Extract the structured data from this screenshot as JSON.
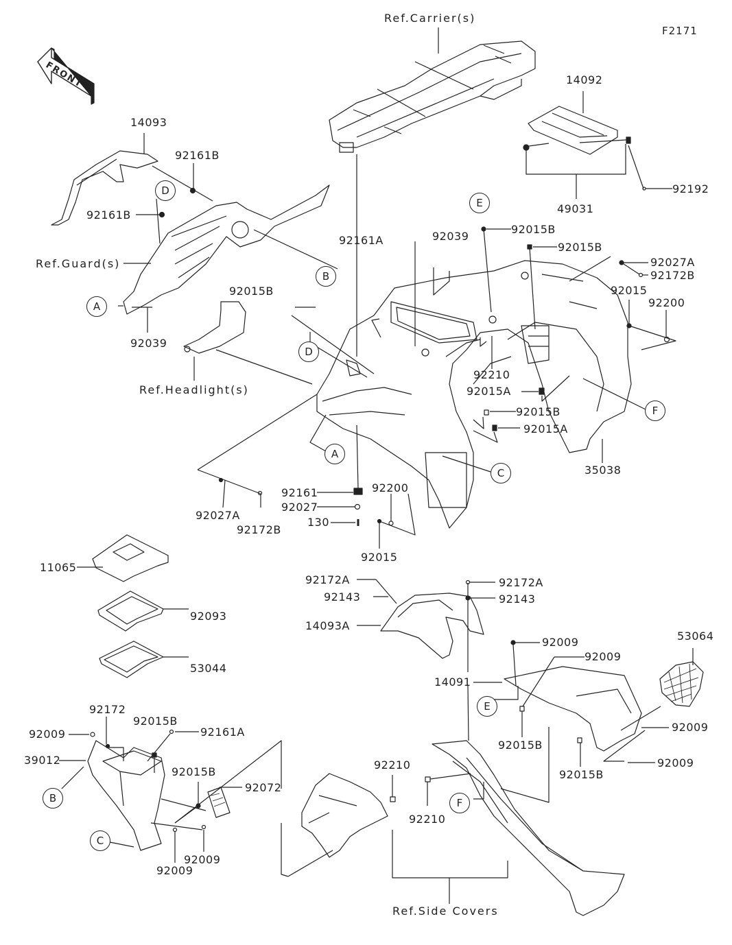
{
  "figure_id": "F2171",
  "front_arrow": {
    "label": "FRONT"
  },
  "references": {
    "carrier": "Ref.Carrier(s)",
    "guard": "Ref.Guard(s)",
    "headlight": "Ref.Headlight(s)",
    "side_covers": "Ref.Side Covers"
  },
  "callouts": {
    "A": "A",
    "B": "B",
    "C": "C",
    "D": "D",
    "E": "E",
    "F": "F"
  },
  "parts": {
    "p14093": "14093",
    "p92161B_1": "92161B",
    "p92161B_2": "92161B",
    "p92039_1": "92039",
    "p14092": "14092",
    "p49031": "49031",
    "p92192": "92192",
    "p92161A_1": "92161A",
    "p92039_2": "92039",
    "p92015B_1": "92015B",
    "p92015B_2": "92015B",
    "p92015B_3": "92015B",
    "p92027A_1": "92027A",
    "p92172B_1": "92172B",
    "p92015_1": "92015",
    "p92200_1": "92200",
    "p92210_1": "92210",
    "p92015A_1": "92015A",
    "p92015B_4": "92015B",
    "p92015A_2": "92015A",
    "p35038": "35038",
    "p92027A_2": "92027A",
    "p92172B_2": "92172B",
    "p92161": "92161",
    "p92027": "92027",
    "p130": "130",
    "p92200_2": "92200",
    "p92015_2": "92015",
    "p11065": "11065",
    "p92093": "92093",
    "p53044": "53044",
    "p92172A_1": "92172A",
    "p92143_1": "92143",
    "p14093A": "14093A",
    "p92172A_2": "92172A",
    "p92143_2": "92143",
    "p92009_1": "92009",
    "p92009_2": "92009",
    "p53064": "53064",
    "p14091": "14091",
    "p92015B_5": "92015B",
    "p92009_3": "92009",
    "p92009_4": "92009",
    "p92015B_6": "92015B",
    "p92172": "92172",
    "p92015B_7": "92015B",
    "p92009_5": "92009",
    "p39012": "39012",
    "p92161A_2": "92161A",
    "p92015B_8": "92015B",
    "p92072": "92072",
    "p92009_6": "92009",
    "p92009_7": "92009",
    "p92210_2": "92210",
    "p92210_3": "92210"
  }
}
